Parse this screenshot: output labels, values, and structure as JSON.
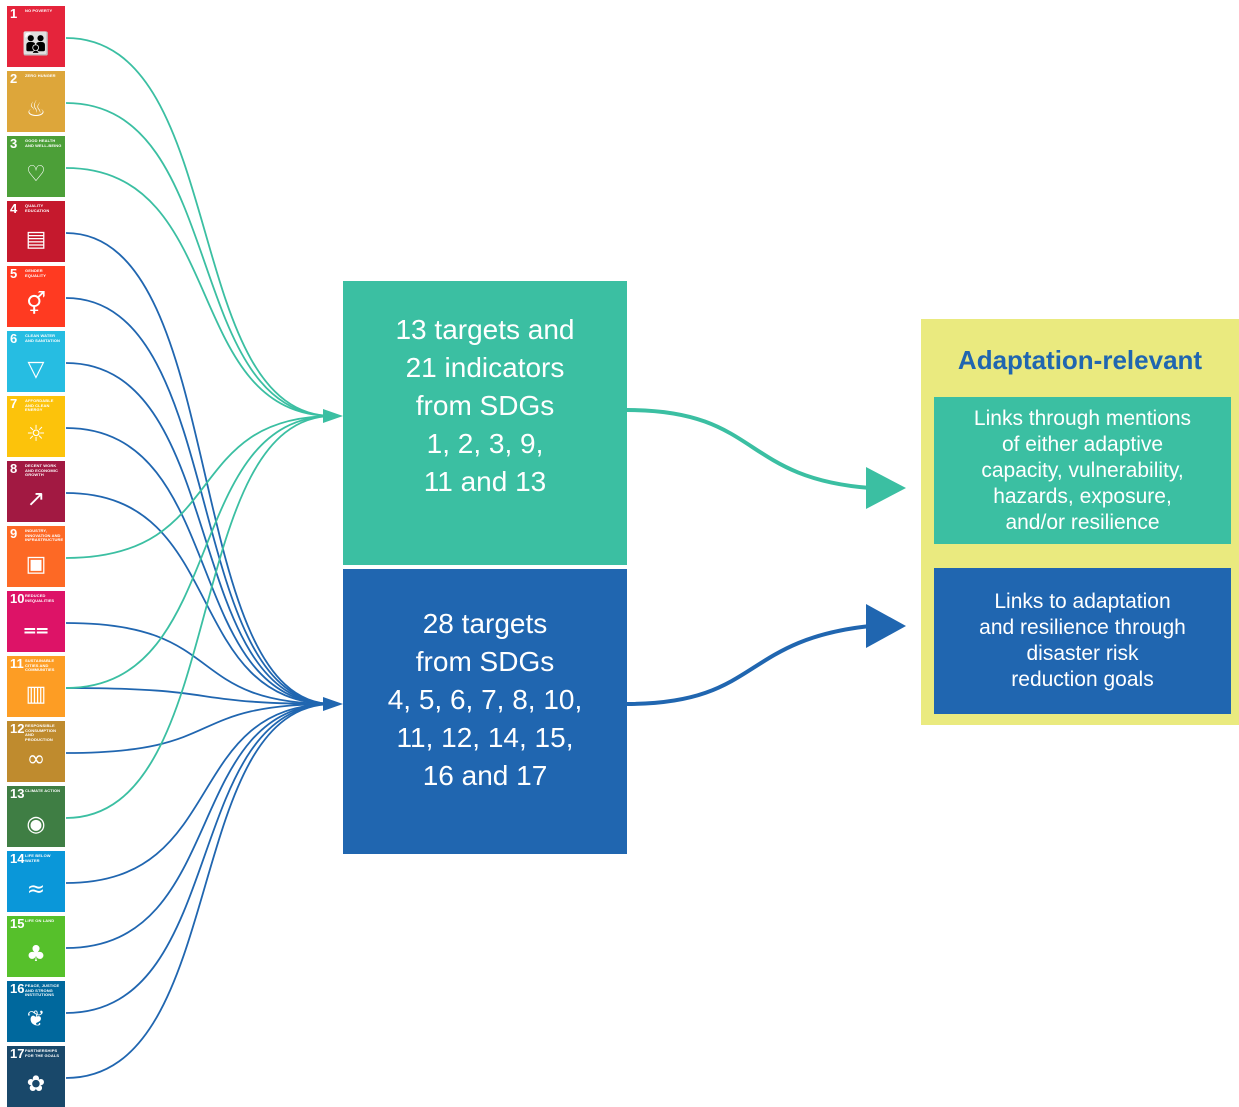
{
  "sdgs": [
    {
      "num": "1",
      "title": "No poverty",
      "color": "#e5243b",
      "icon": "people-icon"
    },
    {
      "num": "2",
      "title": "Zero hunger",
      "color": "#dda63a",
      "icon": "bowl-icon"
    },
    {
      "num": "3",
      "title": "Good health and well-being",
      "color": "#4c9f38",
      "icon": "heartbeat-icon"
    },
    {
      "num": "4",
      "title": "Quality education",
      "color": "#c5192d",
      "icon": "book-icon"
    },
    {
      "num": "5",
      "title": "Gender equality",
      "color": "#ff3a21",
      "icon": "gender-icon"
    },
    {
      "num": "6",
      "title": "Clean water and sanitation",
      "color": "#26bde2",
      "icon": "water-icon"
    },
    {
      "num": "7",
      "title": "Affordable and clean energy",
      "color": "#fcc30b",
      "icon": "sun-icon"
    },
    {
      "num": "8",
      "title": "Decent work and economic growth",
      "color": "#a21942",
      "icon": "growth-chart-icon"
    },
    {
      "num": "9",
      "title": "Industry, innovation and infrastructure",
      "color": "#fd6925",
      "icon": "cubes-icon"
    },
    {
      "num": "10",
      "title": "Reduced inequalities",
      "color": "#dd1367",
      "icon": "equals-icon"
    },
    {
      "num": "11",
      "title": "Sustainable cities and communities",
      "color": "#fd9d24",
      "icon": "city-icon"
    },
    {
      "num": "12",
      "title": "Responsible consumption and production",
      "color": "#bf8b2e",
      "icon": "infinity-icon"
    },
    {
      "num": "13",
      "title": "Climate action",
      "color": "#3f7e44",
      "icon": "eye-globe-icon"
    },
    {
      "num": "14",
      "title": "Life below water",
      "color": "#0a97d9",
      "icon": "fish-icon"
    },
    {
      "num": "15",
      "title": "Life on land",
      "color": "#56c02b",
      "icon": "tree-icon"
    },
    {
      "num": "16",
      "title": "Peace, justice and strong institutions",
      "color": "#00689d",
      "icon": "dove-icon"
    },
    {
      "num": "17",
      "title": "Partnerships for the goals",
      "color": "#19486a",
      "icon": "rings-icon"
    }
  ],
  "teal_group": {
    "lines": [
      "13 targets and",
      "21 indicators",
      "from SDGs",
      "1, 2, 3, 9,",
      "11 and 13"
    ],
    "sdgs": [
      1,
      2,
      3,
      9,
      11,
      13
    ],
    "color": "#3bbfa2"
  },
  "blue_group": {
    "lines": [
      "28 targets",
      "from SDGs",
      "4, 5, 6, 7, 8, 10,",
      "11, 12, 14, 15,",
      "16 and 17"
    ],
    "sdgs": [
      4,
      5,
      6,
      7,
      8,
      10,
      11,
      12,
      14,
      15,
      16,
      17
    ],
    "color": "#2066b0"
  },
  "adaptation": {
    "title": "Adaptation-relevant",
    "panel_color": "#eaea7f",
    "teal_lines": [
      "Links through mentions",
      "of either adaptive",
      "capacity, vulnerability,",
      "hazards, exposure,",
      "and/or resilience"
    ],
    "blue_lines": [
      "Links to adaptation",
      "and resilience through",
      "disaster risk",
      "reduction goals"
    ]
  }
}
